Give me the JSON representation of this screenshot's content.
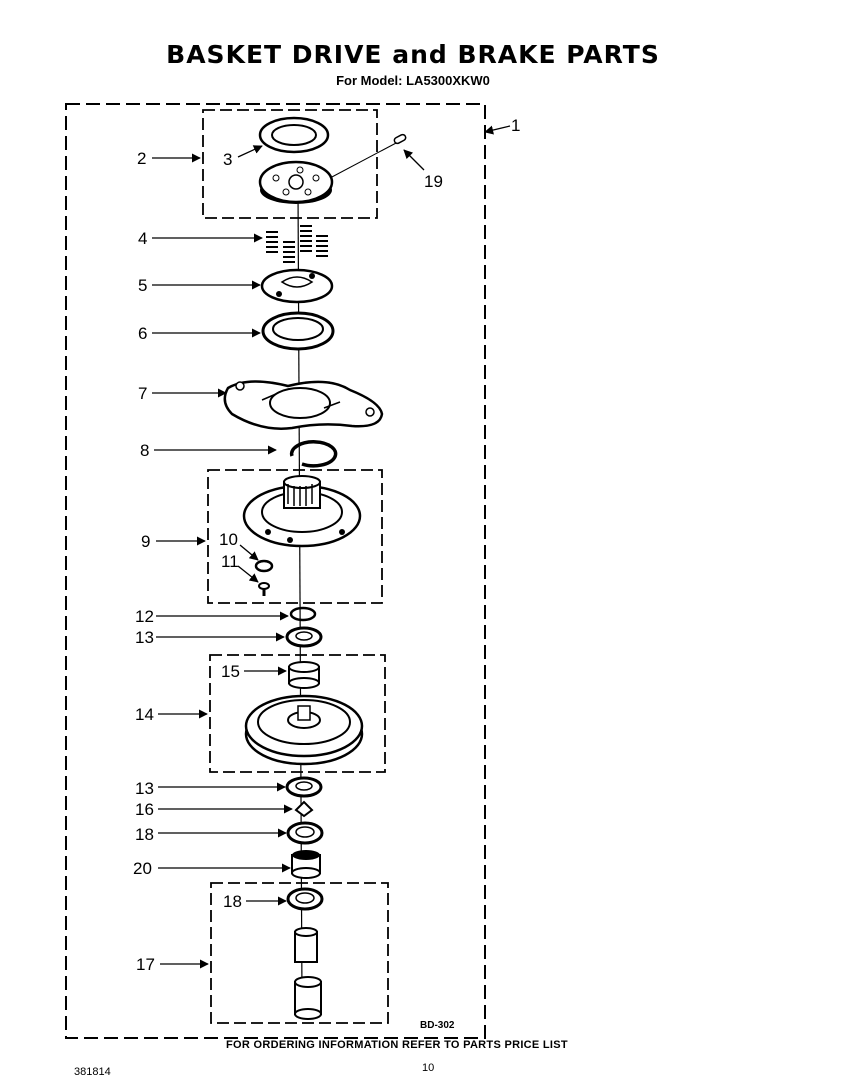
{
  "title": "BASKET DRIVE and BRAKE PARTS",
  "subtitle": "For Model: LA5300XKW0",
  "footer": "FOR ORDERING INFORMATION REFER TO PARTS PRICE LIST",
  "document_number": "381814",
  "page_number": "10",
  "diagram_code": "BD-302",
  "callouts": {
    "c1": "1",
    "c2": "2",
    "c3": "3",
    "c4": "4",
    "c5": "5",
    "c6": "6",
    "c7": "7",
    "c8": "8",
    "c9": "9",
    "c10": "10",
    "c11": "11",
    "c12": "12",
    "c13a": "13",
    "c13b": "13",
    "c14": "14",
    "c15": "15",
    "c16": "16",
    "c17": "17",
    "c18a": "18",
    "c18b": "18",
    "c19": "19",
    "c20": "20"
  }
}
